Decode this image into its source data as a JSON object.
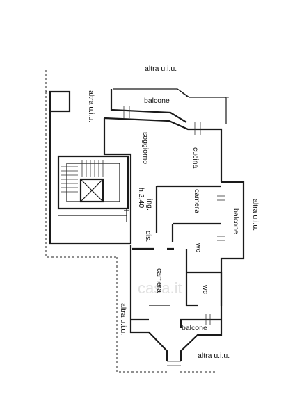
{
  "labels": {
    "altra_top": "altra u.i.u.",
    "altra_left": "altra u.i.u.",
    "altra_right": "altra u.i.u.",
    "altra_bottom_left": "altra u.i.u.",
    "altra_bottom": "altra u.i.u.",
    "balcone_top": "balcone",
    "soggiorno": "soggiorno",
    "cucina": "cucina",
    "camera_upper": "camera",
    "balcone_right": "balcone",
    "ing": "ing.",
    "height": "h.2,40",
    "dis": "dis.",
    "wc_upper": "wc",
    "camera_lower": "camera",
    "wc_lower": "wc",
    "balcone_bottom": "balcone"
  },
  "watermark": "casa.it"
}
